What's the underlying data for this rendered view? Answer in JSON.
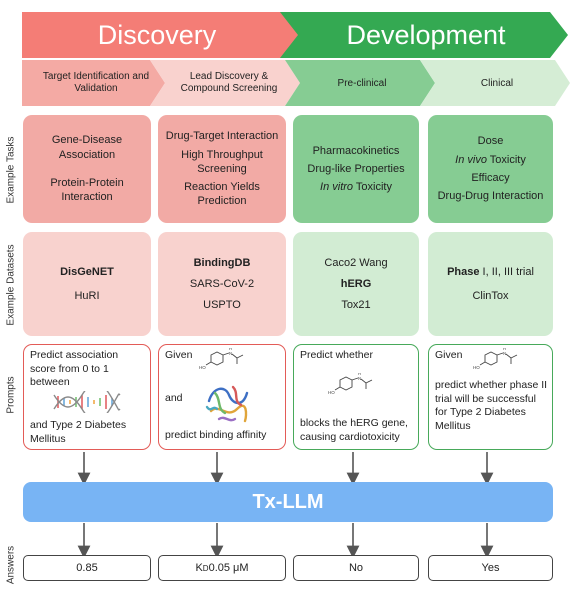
{
  "phases": {
    "discovery": "Discovery",
    "development": "Development"
  },
  "stages": [
    "Target Identification and Validation",
    "Lead Discovery & Compound Screening",
    "Pre-clinical",
    "Clinical"
  ],
  "row_labels": {
    "tasks": "Example Tasks",
    "datasets": "Example Datasets",
    "prompts": "Prompts",
    "answers": "Answers"
  },
  "tasks": {
    "col1": [
      "Gene-Disease Association",
      "Protein-Protein Interaction"
    ],
    "col2": [
      "Drug-Target Interaction",
      "High Throughput Screening",
      "Reaction Yields Prediction"
    ],
    "col3": {
      "line1": "Pharmacokinetics",
      "line2": "Drug-like Properties",
      "line3_italic": "In vitro",
      "line3_rest": " Toxicity"
    },
    "col4": {
      "line1": "Dose",
      "line2_italic": "In vivo",
      "line2_rest": " Toxicity",
      "line3": "Efficacy",
      "line4": "Drug-Drug Interaction"
    }
  },
  "datasets": {
    "col1": [
      "DisGeNET",
      "HuRI"
    ],
    "col2": [
      "BindingDB",
      "SARS-CoV-2",
      "USPTO"
    ],
    "col3": [
      "Caco2 Wang",
      "hERG",
      "Tox21"
    ],
    "col4": {
      "bold": "Phase",
      "rest": " I, II,  III trial",
      "line2": "ClinTox"
    }
  },
  "prompts": {
    "col1": {
      "top": "Predict association score from 0 to 1 between",
      "bottom": "and Type 2 Diabetes Mellitus"
    },
    "col2": {
      "top": "Given",
      "mid": "and",
      "bottom": "predict binding affinity"
    },
    "col3": {
      "top": "Predict whether",
      "bottom": "blocks the hERG gene, causing cardiotoxicity"
    },
    "col4": {
      "top": "Given",
      "bottom": "predict whether phase II trial will be successful for Type 2 Diabetes Mellitus"
    }
  },
  "molecule_labels": {
    "ho": "HO",
    "n": "N",
    "h": "H"
  },
  "model": "Tx-LLM",
  "answers": {
    "col1": "0.85",
    "col2_k": "K",
    "col2_sub": "D",
    "col2_rest": " 0.05 μM",
    "col3": "No",
    "col4": "Yes"
  },
  "colors": {
    "discovery": "#f47d76",
    "development": "#34a952",
    "discovery_light": "#f2aaa5",
    "development_light": "#86cc93",
    "model": "#78b4f4"
  }
}
